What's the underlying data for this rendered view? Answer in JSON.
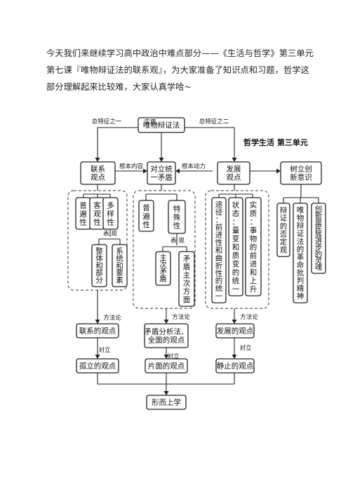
{
  "intro": {
    "line1": "今天我们来继续学习高中政治中难点部分——《生活与哲学》第三单元",
    "line2": "第七课『唯物辩证法的联系观』，为大家准备了知识点和习题，哲学这",
    "line3": "部分理解起来比较难，大家认真学哈~"
  },
  "diagram": {
    "unit_title": "哲学生活 第三单元",
    "root": "唯物辩证法",
    "labels": {
      "trait1": "总特征之一",
      "essence": "实质",
      "trait2": "总特征之二",
      "content": "根本内容",
      "driver": "根本动力",
      "manifest1": "表 现",
      "manifest2": "表 现",
      "method1": "方法论",
      "method2": "方法论",
      "method3": "方法论",
      "oppose1": "对立",
      "oppose2": "对立",
      "oppose3": "对立"
    },
    "main": {
      "connection": "联系观点",
      "unity": "对立统一矛盾",
      "development": "发展观点",
      "innovation": "树立创新意识"
    },
    "conn_props": [
      "普遍性",
      "客观性",
      "多样性"
    ],
    "conn_sub": [
      "整体和部分",
      "系统和要素"
    ],
    "contra_props": [
      "普遍性",
      "特殊性"
    ],
    "contra_sub": [
      "主次矛盾",
      "矛盾主次方面"
    ],
    "dev_props": [
      "途径：前进性和曲折性的统一",
      "状态：量变和质变的统一",
      "实质：事物的前进和上升"
    ],
    "innov_props": [
      "辩证的否定观",
      "唯物辩证法的革命批判精神",
      "创新是民族进步的灵魂"
    ],
    "methods": [
      "联系的观点",
      "矛盾分析法、全面的观点",
      "发展的观点"
    ],
    "opposites": [
      "孤立的观点",
      "片面的观点",
      "静止的观点"
    ],
    "bottom": "形而上学"
  }
}
